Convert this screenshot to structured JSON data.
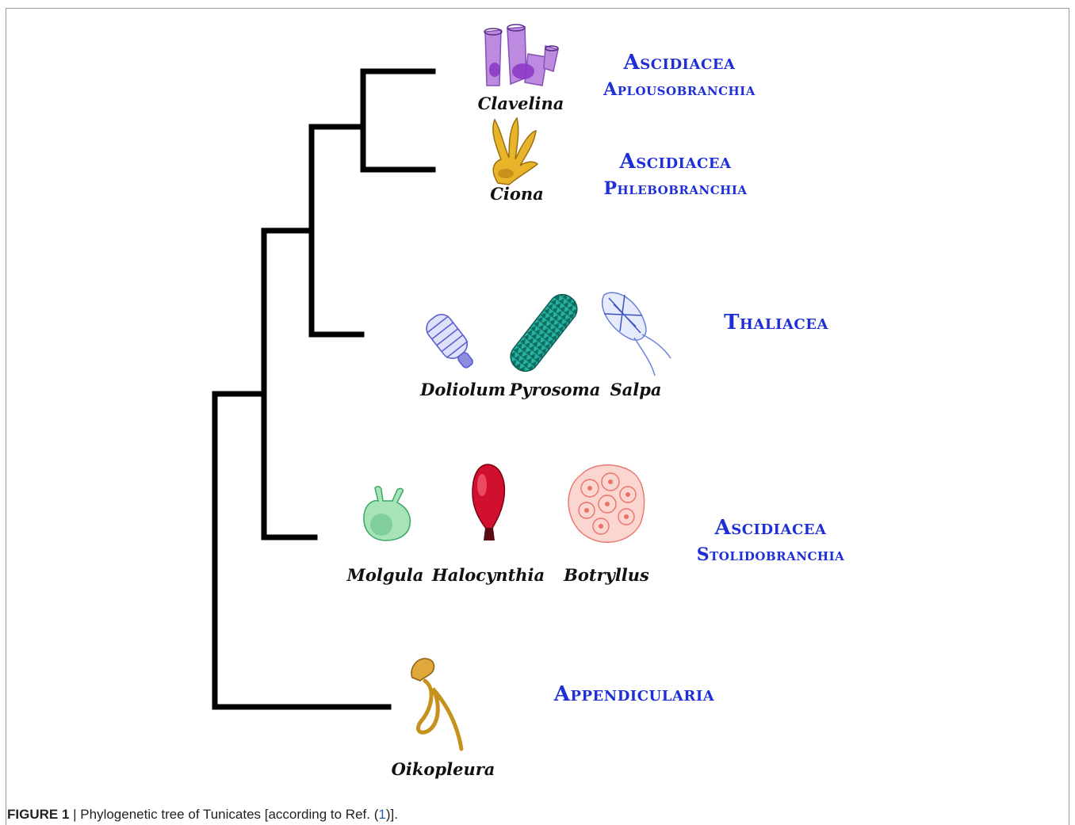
{
  "groups": {
    "aplousobranchia": {
      "line1": "Ascidiacea",
      "line2": "Aplousobranchia"
    },
    "phlebobranchia": {
      "line1": "Ascidiacea",
      "line2": "Phlebobranchia"
    },
    "thaliacea": {
      "line1": "Thaliacea"
    },
    "stolidobranchia": {
      "line1": "Ascidiacea",
      "line2": "Stolidobranchia"
    },
    "appendicularia": {
      "line1": "Appendicularia"
    }
  },
  "species": {
    "clavelina": "Clavelina",
    "ciona": "Ciona",
    "doliolum": "Doliolum",
    "pyrosoma": "Pyrosoma",
    "salpa": "Salpa",
    "molgula": "Molgula",
    "halocynthia": "Halocynthia",
    "botryllus": "Botryllus",
    "oikopleura": "Oikopleura"
  },
  "caption": {
    "label": "FIGURE 1",
    "separator": " | ",
    "text_before": "Phylogenetic tree of Tunicates [according to Ref. (",
    "ref": "1",
    "text_after": ")]."
  },
  "colors": {
    "label_blue": "#1f2fd6",
    "tree_line": "#000000",
    "clavelina": "#9a4fc9",
    "ciona": "#e0a51c",
    "doliolum": "#5b5fd1",
    "pyrosoma": "#1e9e8c",
    "salpa": "#6a7fd6",
    "molgula": "#4fc27a",
    "halocynthia": "#c8102e",
    "botryllus": "#e9736a",
    "oikopleura": "#c6921e"
  }
}
